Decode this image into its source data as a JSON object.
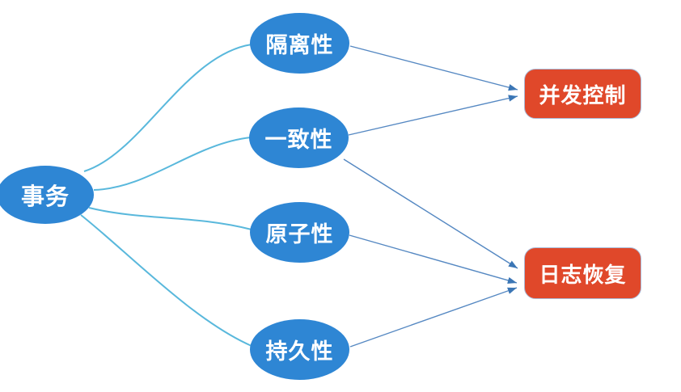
{
  "diagram": {
    "title_hint": "transaction-acid-mindmap",
    "root": {
      "id": "transaction",
      "label": "事务"
    },
    "properties": [
      {
        "id": "isolation",
        "label": "隔离性"
      },
      {
        "id": "consistency",
        "label": "一致性"
      },
      {
        "id": "atomicity",
        "label": "原子性"
      },
      {
        "id": "durability",
        "label": "持久性"
      }
    ],
    "mechanisms": [
      {
        "id": "concurrency-control",
        "label": "并发控制"
      },
      {
        "id": "log-recovery",
        "label": "日志恢复"
      }
    ],
    "edges": [
      {
        "from": "transaction",
        "to": "isolation",
        "style": "curve",
        "arrow": false
      },
      {
        "from": "transaction",
        "to": "consistency",
        "style": "curve",
        "arrow": false
      },
      {
        "from": "transaction",
        "to": "atomicity",
        "style": "curve",
        "arrow": false
      },
      {
        "from": "transaction",
        "to": "durability",
        "style": "curve",
        "arrow": false
      },
      {
        "from": "isolation",
        "to": "concurrency-control",
        "style": "straight",
        "arrow": true
      },
      {
        "from": "consistency",
        "to": "concurrency-control",
        "style": "straight",
        "arrow": true
      },
      {
        "from": "consistency",
        "to": "log-recovery",
        "style": "straight",
        "arrow": true
      },
      {
        "from": "atomicity",
        "to": "log-recovery",
        "style": "straight",
        "arrow": true
      },
      {
        "from": "durability",
        "to": "log-recovery",
        "style": "straight",
        "arrow": true
      }
    ],
    "colors": {
      "ellipse_fill": "#2E86D4",
      "box_fill": "#E0482A",
      "box_border": "#A9BAD8",
      "curve_stroke": "#59B8DC",
      "arrow_stroke": "#5588C2",
      "arrowhead_fill": "#3B76B5",
      "text": "#FFFFFF",
      "background": "#FFFFFF"
    }
  }
}
